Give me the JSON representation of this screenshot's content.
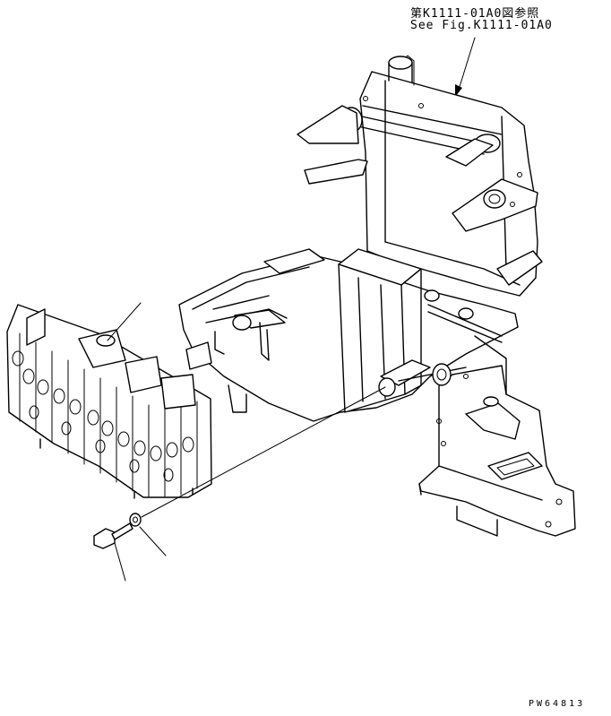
{
  "diagram": {
    "reference_jp": "第K1111-01A0図参照",
    "reference_en": "See Fig.K1111-01A0",
    "drawing_number": "PW64813"
  }
}
